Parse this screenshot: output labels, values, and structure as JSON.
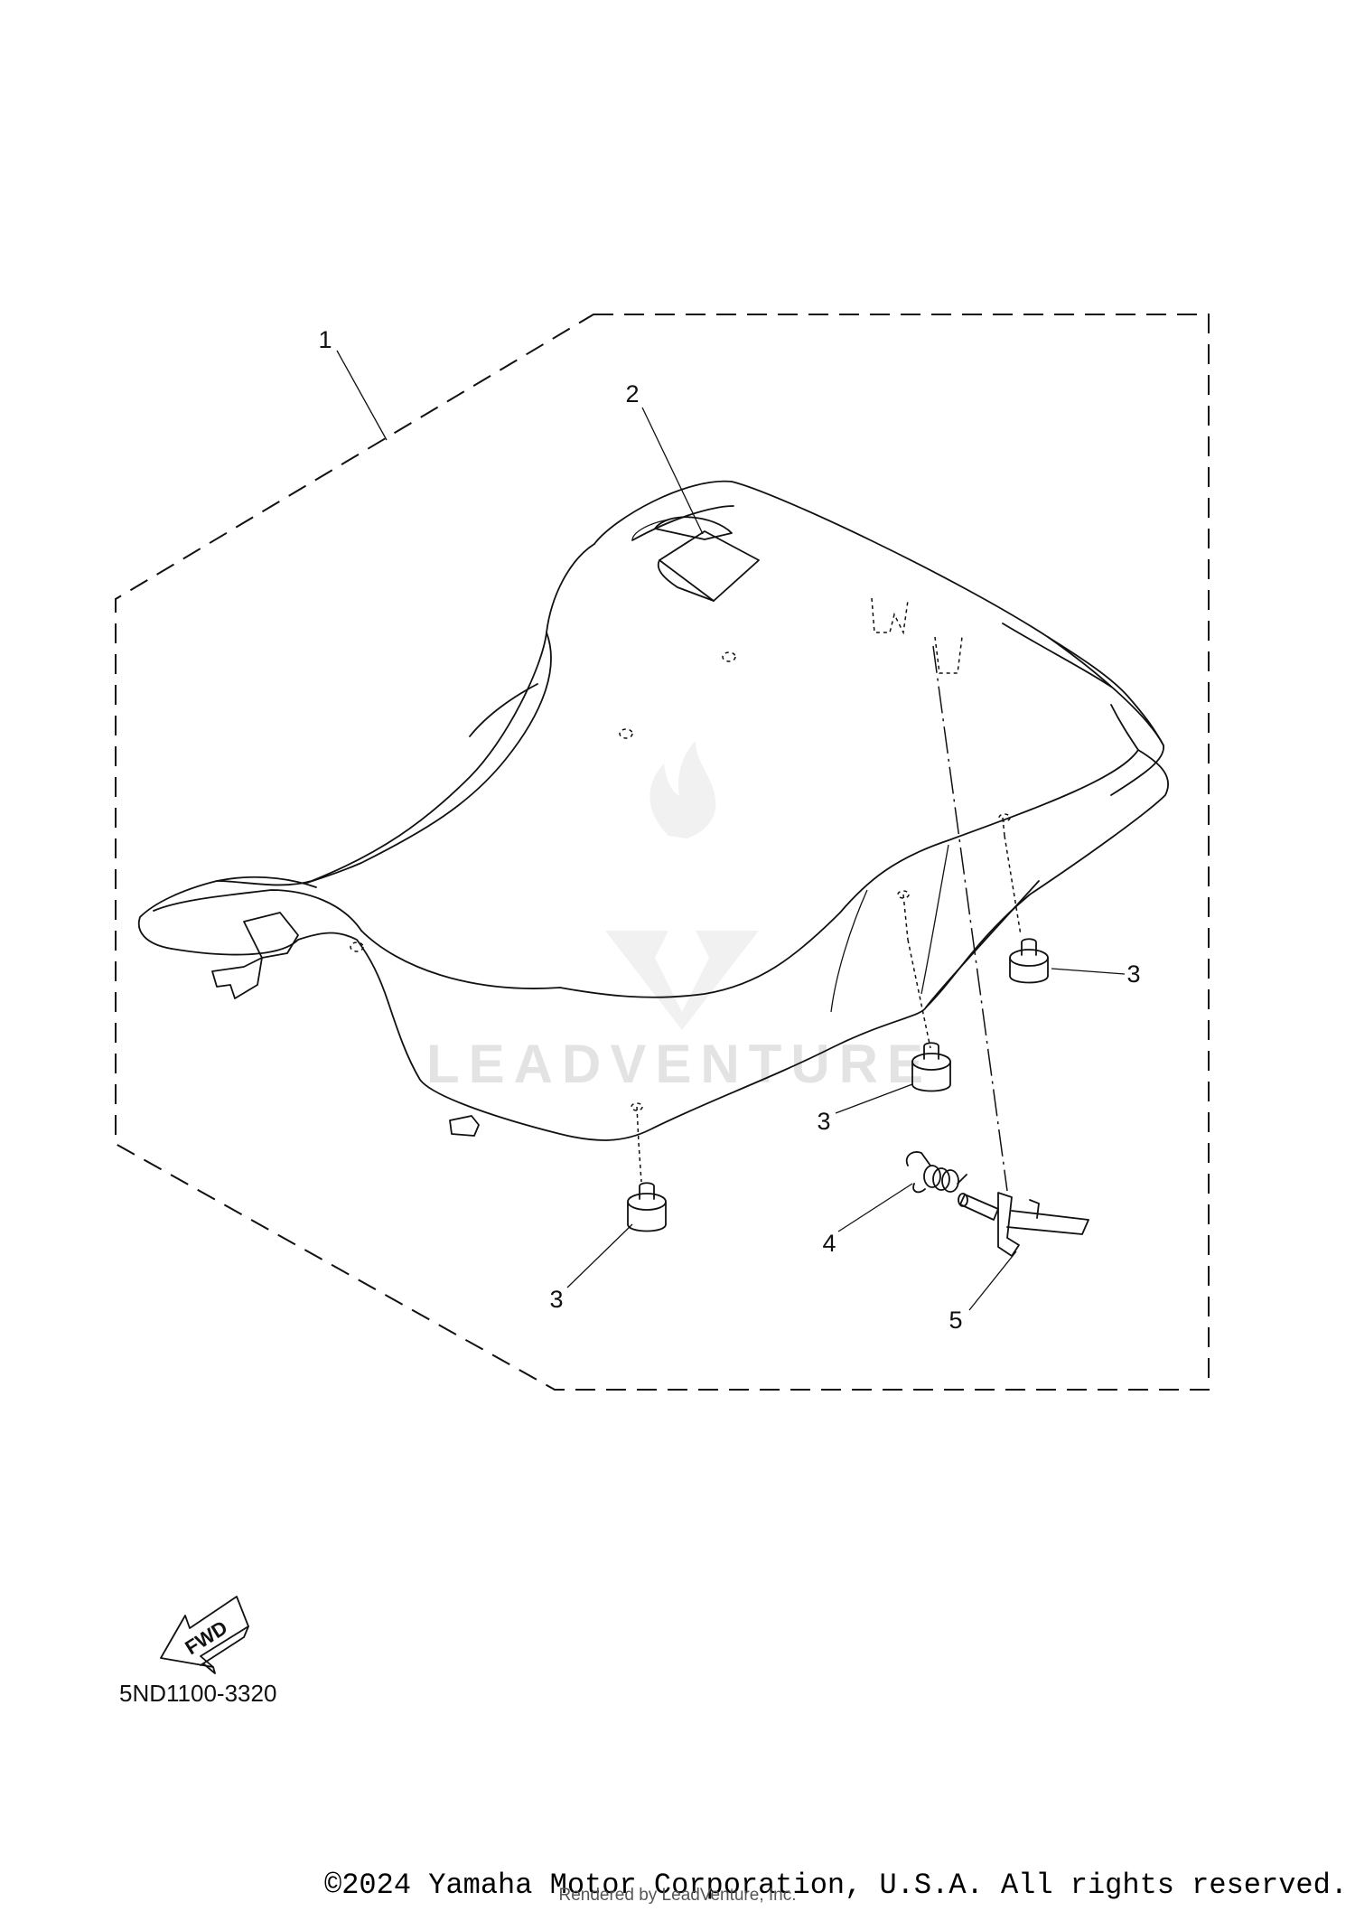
{
  "diagram": {
    "callouts": [
      {
        "id": "1",
        "label": "1"
      },
      {
        "id": "2",
        "label": "2"
      },
      {
        "id": "3a",
        "label": "3"
      },
      {
        "id": "3b",
        "label": "3"
      },
      {
        "id": "3c",
        "label": "3"
      },
      {
        "id": "4",
        "label": "4"
      },
      {
        "id": "5",
        "label": "5"
      }
    ],
    "fwd_label": "FWD",
    "diagram_code": "5ND1100-3320",
    "watermark_text": "LEADVENTURE"
  },
  "footer": {
    "copyright": "©2024 Yamaha Motor Corporation, U.S.A. All rights reserved.",
    "rendered_by": "Rendered by LeadVenture, Inc."
  }
}
